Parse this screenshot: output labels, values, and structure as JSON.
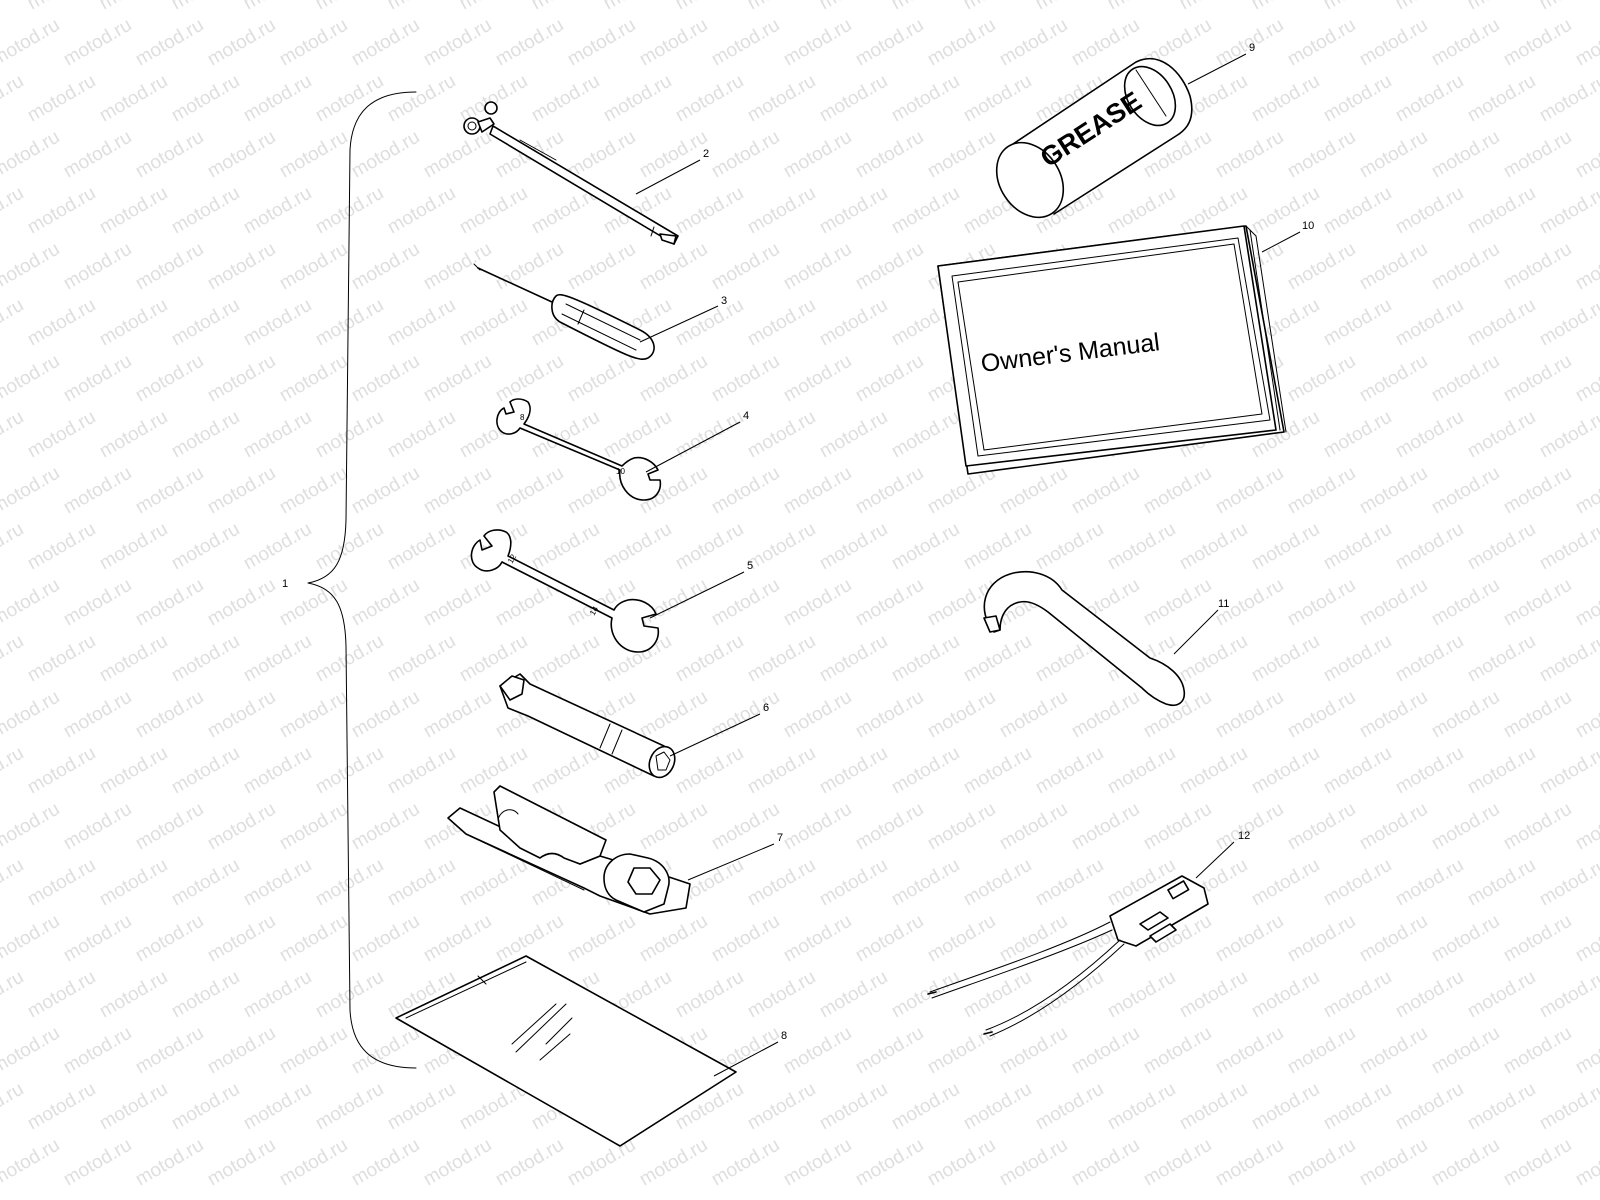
{
  "watermark": {
    "text": "motod.ru"
  },
  "callouts": {
    "c1": "1",
    "c2": "2",
    "c3": "3",
    "c4": "4",
    "c5": "5",
    "c6": "6",
    "c7": "7",
    "c8": "8",
    "c9": "9",
    "c10": "10",
    "c11": "11",
    "c12": "12"
  },
  "labels": {
    "grease": "GREASE",
    "manual": "Owner's Manual"
  },
  "wrench_marks": {
    "w4_a": "8",
    "w4_b": "10",
    "w5_a": "12",
    "w5_b": "14"
  },
  "colors": {
    "ink": "#000000",
    "background": "#ffffff",
    "watermark": "#c4c4c4"
  }
}
